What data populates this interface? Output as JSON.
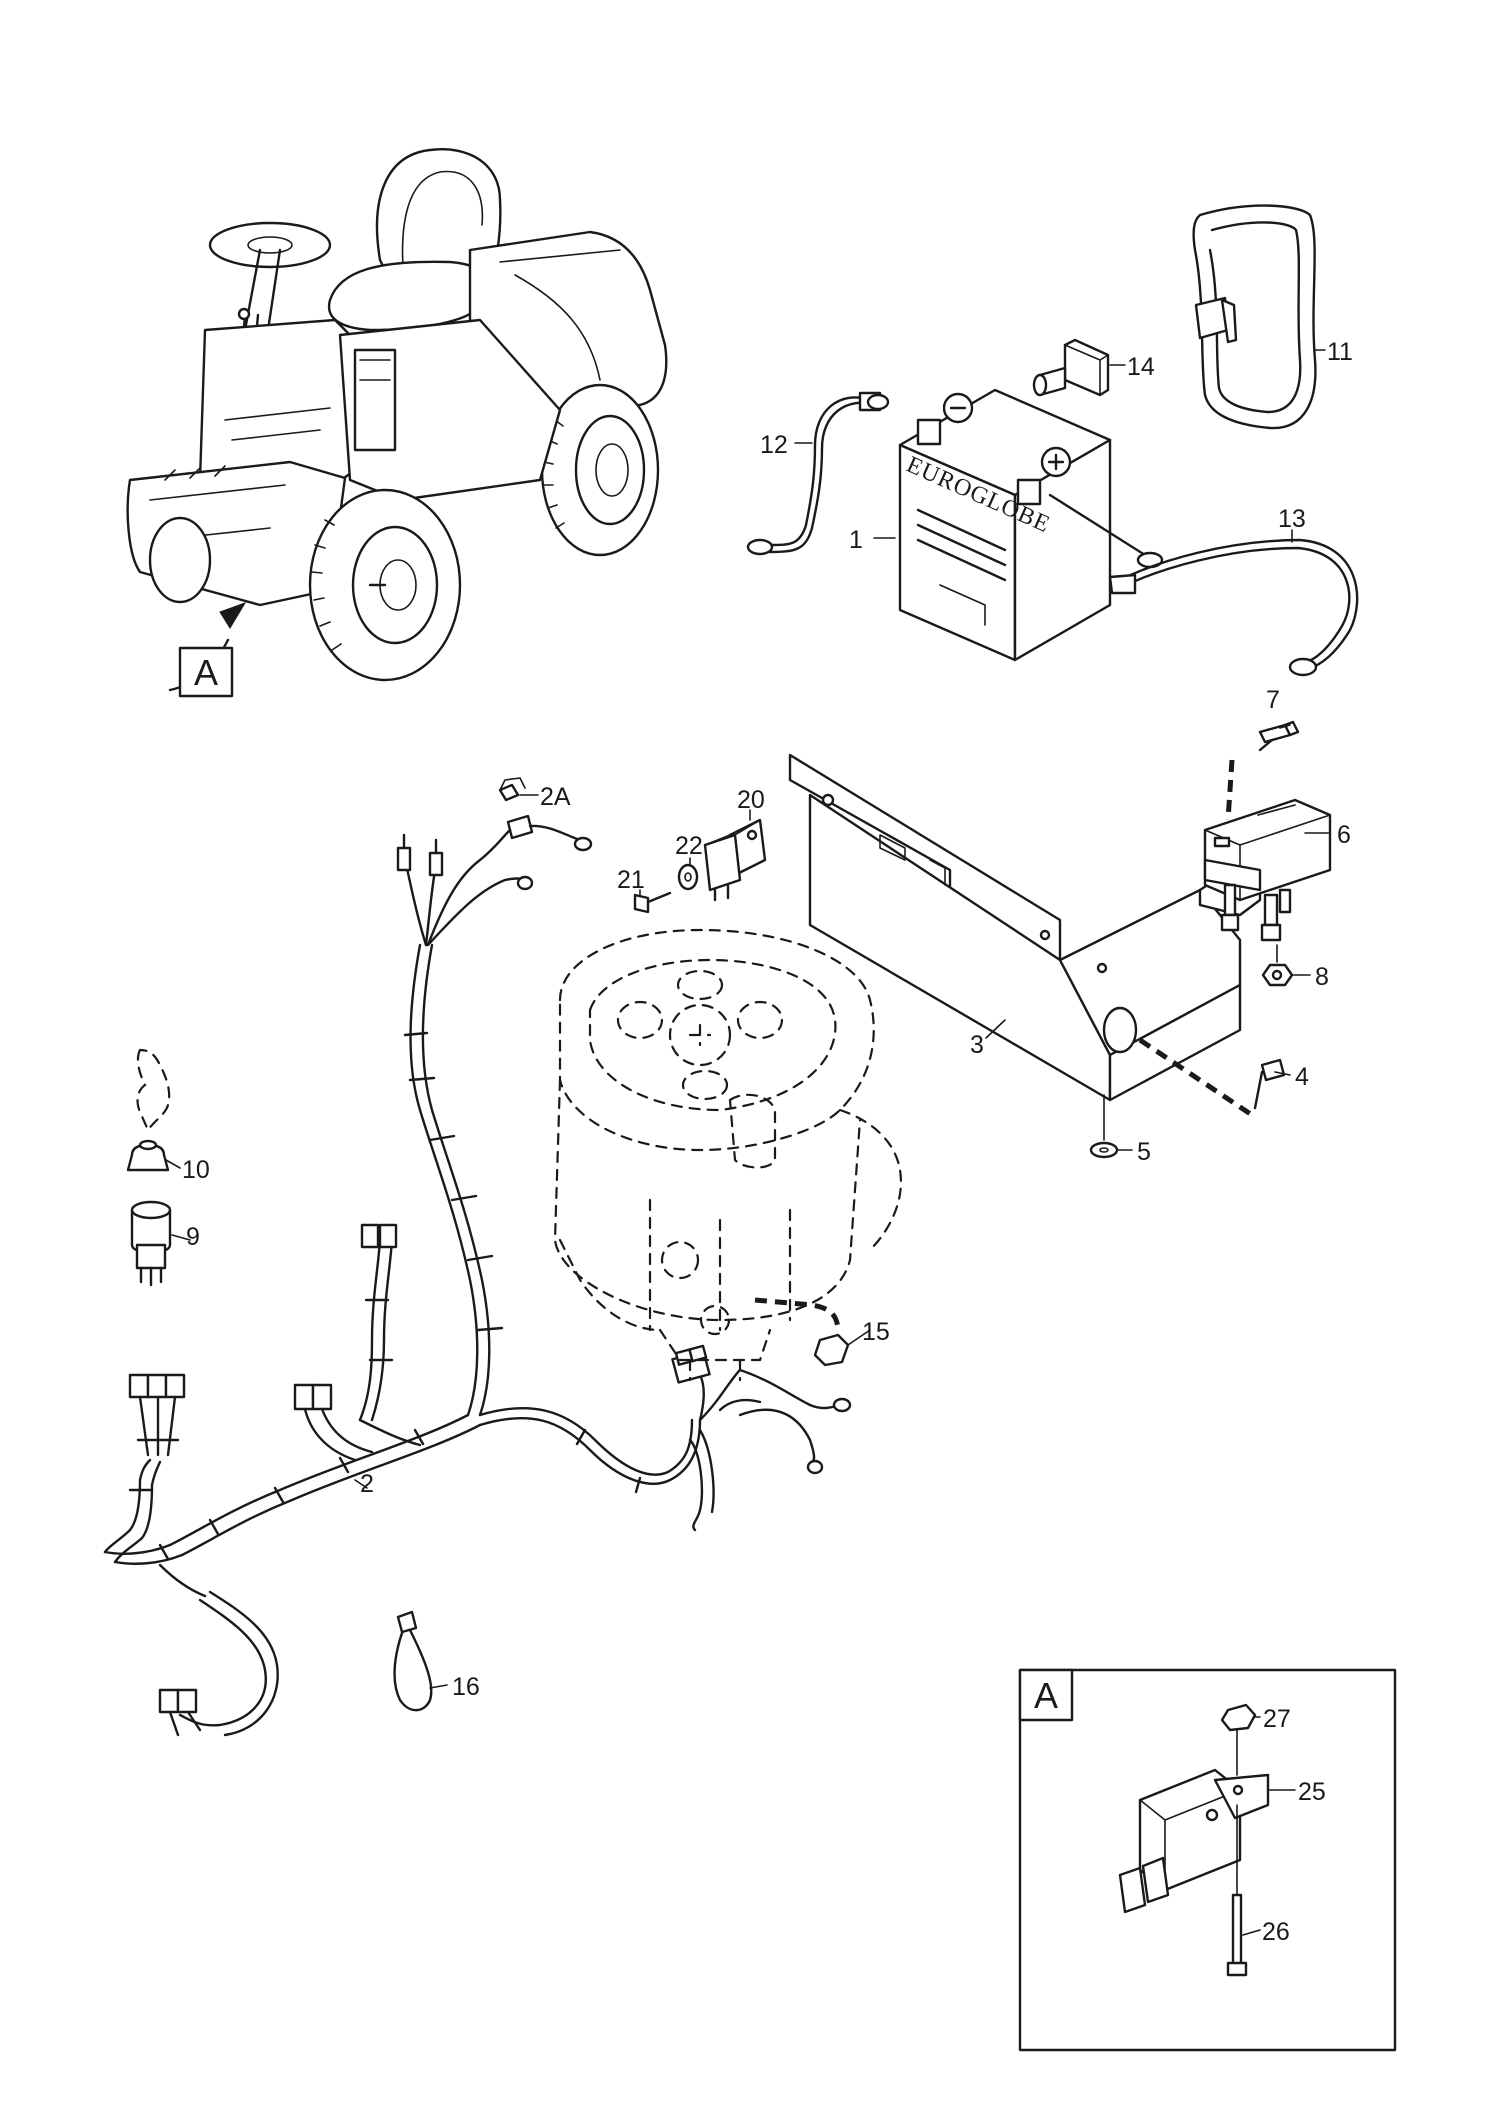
{
  "battery": {
    "brand": "EUROGLOBE",
    "minus": "−",
    "plus": "+"
  },
  "detail": {
    "letter": "A"
  },
  "view_marker": {
    "letter": "A"
  },
  "labels": {
    "p1": "1",
    "p2": "2",
    "p2a": "2A",
    "p3": "3",
    "p4": "4",
    "p5": "5",
    "p6": "6",
    "p7": "7",
    "p8": "8",
    "p9": "9",
    "p10": "10",
    "p11": "11",
    "p12": "12",
    "p13": "13",
    "p14": "14",
    "p15": "15",
    "p16": "16",
    "p20": "20",
    "p21": "21",
    "p22": "22",
    "p25": "25",
    "p26": "26",
    "p27": "27"
  }
}
